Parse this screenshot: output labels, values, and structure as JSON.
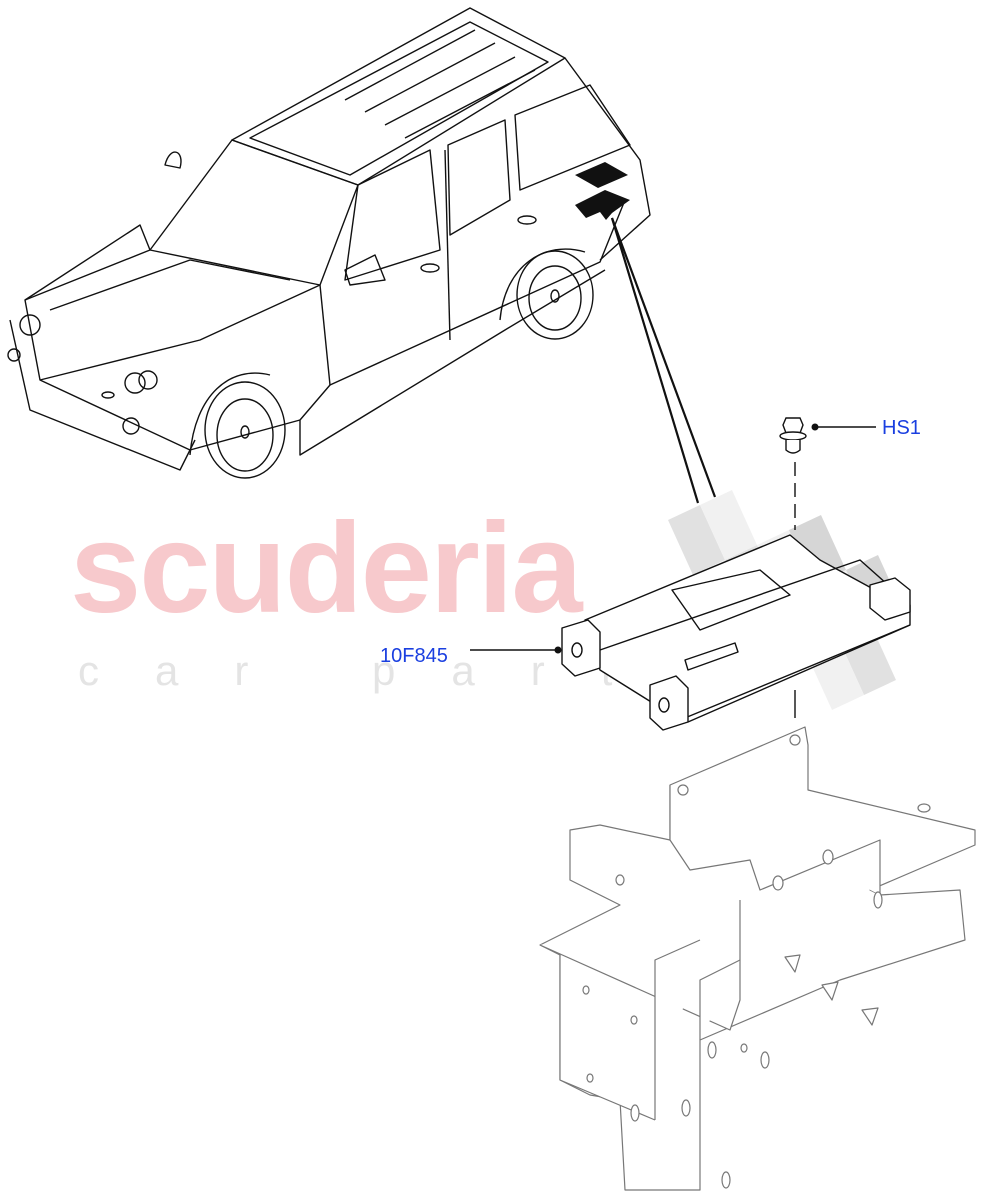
{
  "diagram": {
    "type": "exploded-parts-diagram",
    "subject": "vehicle module mounting",
    "watermark": {
      "main": "scuderia",
      "sub": "car parts",
      "main_color": "#f7c9cc",
      "sub_color": "#e4e4e4",
      "flag_color": "#d9d9d9"
    },
    "callouts": [
      {
        "id": "hs1",
        "label": "HS1",
        "part": "bolt",
        "color": "#1a3fe0"
      },
      {
        "id": "10f845",
        "label": "10F845",
        "part": "control-module",
        "color": "#1a3fe0"
      }
    ],
    "components": [
      {
        "name": "vehicle-overview",
        "description": "SUV line drawing with location marker on rear quarter"
      },
      {
        "name": "bolt",
        "callout": "HS1"
      },
      {
        "name": "control-module",
        "callout": "10F845"
      },
      {
        "name": "mounting-bracket",
        "callout": ""
      }
    ]
  }
}
